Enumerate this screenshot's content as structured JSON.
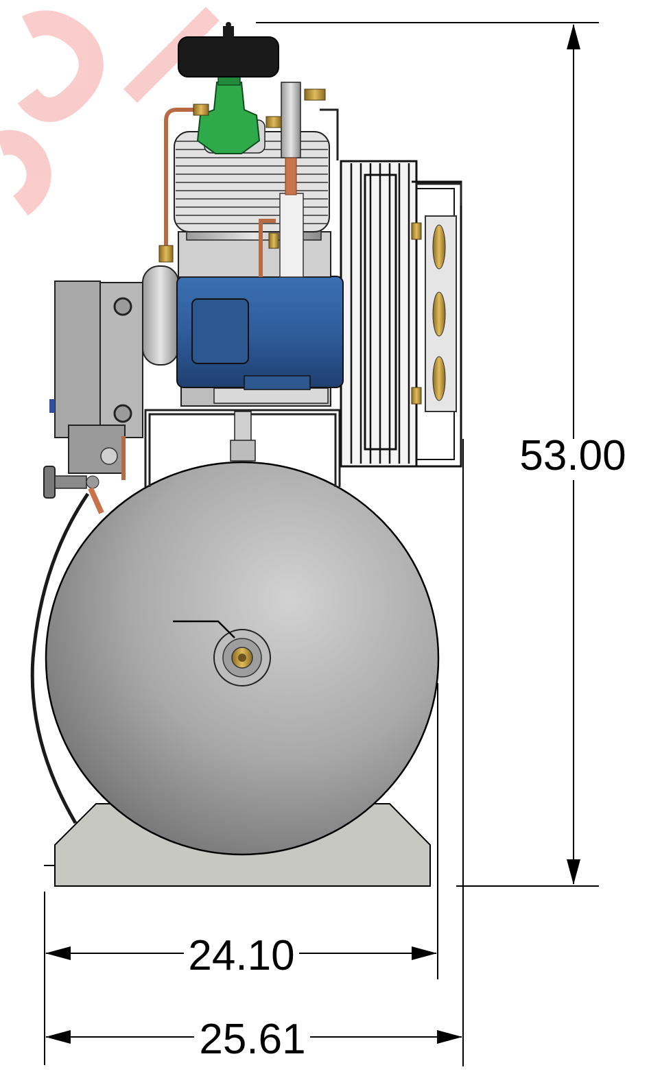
{
  "drawing": {
    "subject": "Air compressor with horizontal receiver tank - front view",
    "dimensions": {
      "height": "53.00",
      "tank_width": "24.10",
      "overall_width": "25.61"
    },
    "colors": {
      "tank": "#a9a9a9",
      "motor": "#2f5d9c",
      "valve_head": "#2eaa4a",
      "cap": "#1a1a1a",
      "base": "#c8c8c2",
      "copper": "#c8734a",
      "brass": "#b8913a",
      "watermark": "#f2b3b3"
    }
  }
}
